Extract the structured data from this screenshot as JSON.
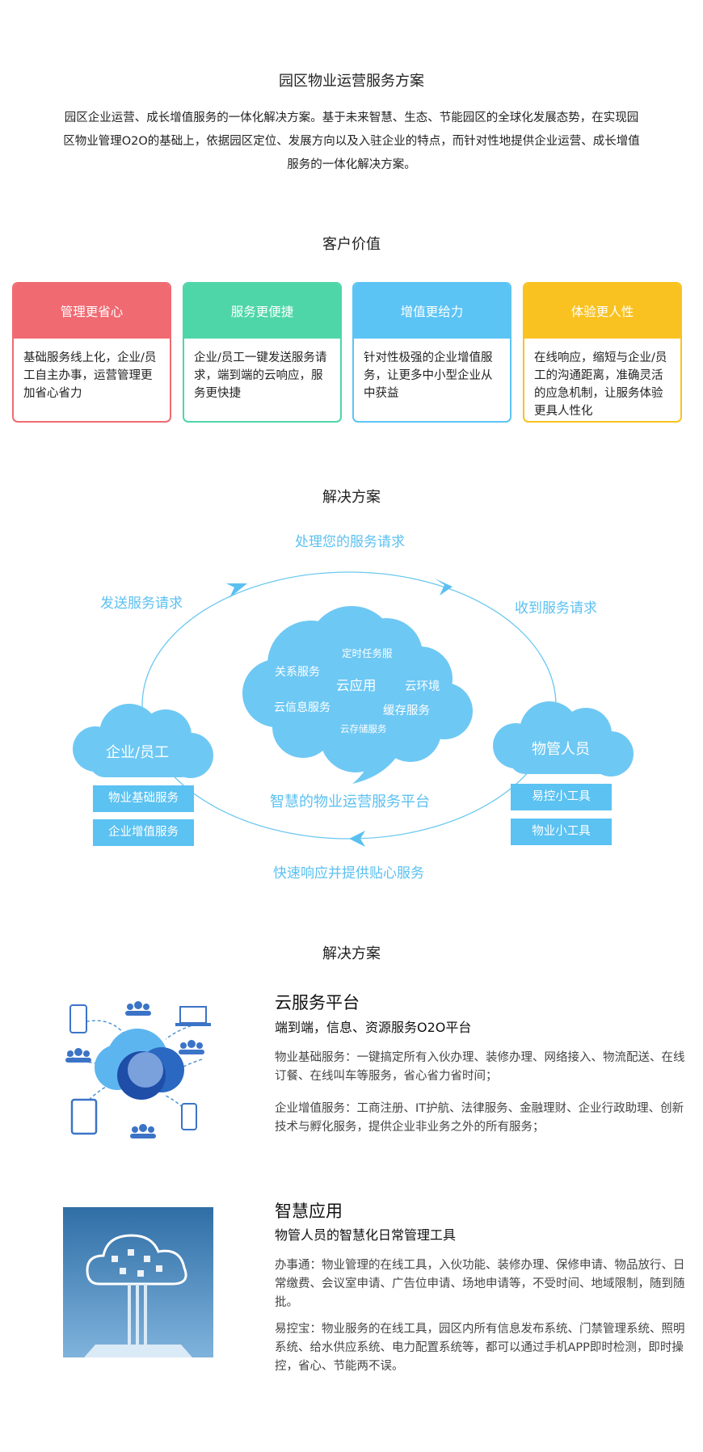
{
  "intro": {
    "title": "园区物业运营服务方案",
    "lines": [
      "园区企业运营、成长增值服务的一体化解决方案。基于未来智慧、生态、节能园区的全球化发展态势，在实现园",
      "区物业管理O2O的基础上，依据园区定位、发展方向以及入驻企业的特点，而针对性地提供企业运营、成长增值",
      "服务的一体化解决方案。"
    ]
  },
  "value": {
    "title": "客户价值",
    "cards": [
      {
        "title": "管理更省心",
        "text": "基础服务线上化，企业/员工自主办事，运营管理更加省心省力",
        "color": "#f06a72"
      },
      {
        "title": "服务更便捷",
        "text": "企业/员工一键发送服务请求，端到端的云响应，服务更快捷",
        "color": "#4fd6a8"
      },
      {
        "title": "增值更给力",
        "text": "针对性极强的企业增值服务，让更多中小型企业从中获益",
        "color": "#5cc4f5"
      },
      {
        "title": "体验更人性",
        "text": "在线响应，缩短与企业/员工的沟通距离，准确灵活的应急机制，让服务体验更具人性化",
        "color": "#f9c221"
      }
    ]
  },
  "diagram": {
    "title": "解决方案",
    "labels": {
      "top": "处理您的服务请求",
      "left": "发送服务请求",
      "right": "收到服务请求",
      "center": "智慧的物业运营服务平台",
      "bottom": "快速响应并提供贴心服务"
    },
    "center_cloud": [
      "定时任务服",
      "关系服务",
      "云应用",
      "云环境",
      "云信息服务",
      "缓存服务",
      "云存储服务"
    ],
    "left_cloud": "企业/员工",
    "right_cloud": "物管人员",
    "left_boxes": [
      "物业基础服务",
      "企业增值服务"
    ],
    "right_boxes": [
      "易控小工具",
      "物业小工具"
    ]
  },
  "solutions": {
    "title": "解决方案",
    "items": [
      {
        "title": "云服务平台",
        "subtitle": "端到端，信息、资源服务O2O平台",
        "paragraphs": [
          "物业基础服务：一键搞定所有入伙办理、装修办理、网络接入、物流配送、在线订餐、在线叫车等服务，省心省力省时间；",
          "企业增值服务：工商注册、IT护航、法律服务、金融理财、企业行政助理、创新技术与孵化服务，提供企业非业务之外的所有服务；"
        ]
      },
      {
        "title": "智慧应用",
        "subtitle": "物管人员的智慧化日常管理工具",
        "paragraphs": [
          "办事通：物业管理的在线工具，入伙功能、装修办理、保修申请、物品放行、日常缴费、会议室申请、广告位申请、场地申请等，不受时间、地域限制，随到随批。",
          "易控宝：物业服务的在线工具，园区内所有信息发布系统、门禁管理系统、照明系统、给水供应系统、电力配置系统等，都可以通过手机APP即时检测，即时操控，省心、节能两不误。"
        ]
      }
    ]
  }
}
